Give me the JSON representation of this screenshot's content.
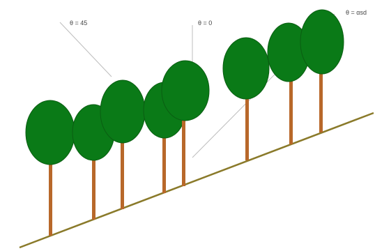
{
  "labels": {
    "left": "θ = 45",
    "middle": "θ = 0",
    "right": "θ = αsd"
  },
  "colors": {
    "background": "#ffffff",
    "canopy": "#0a7a17",
    "canopy_edge": "#0a5d12",
    "trunk": "#b8682a",
    "ground": "#8a7a2a",
    "guide_line": "#bdbdbd"
  }
}
